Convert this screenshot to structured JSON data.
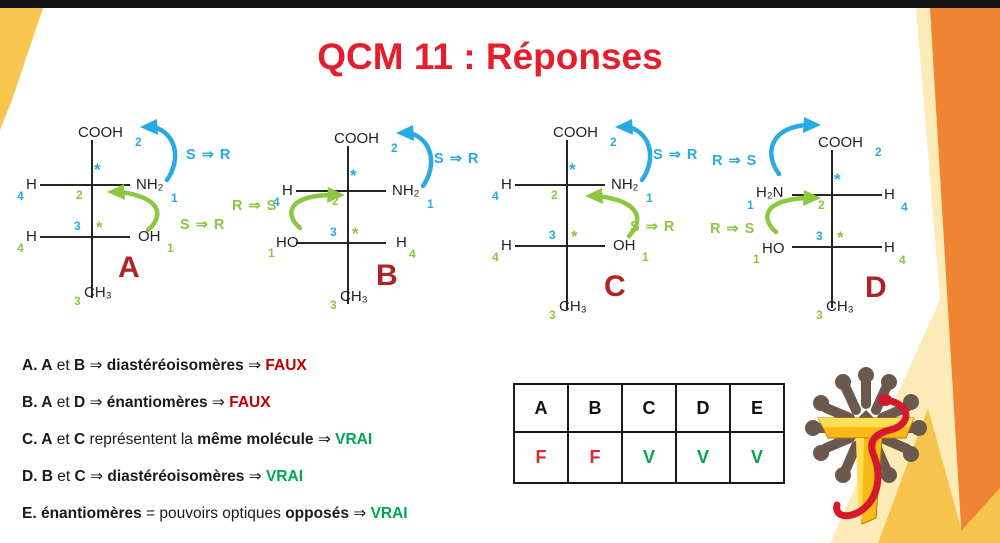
{
  "title": "QCM 11 : Réponses",
  "colors": {
    "arrow_blue": "#29ABE2",
    "arrow_green": "#8DC63F",
    "molecule_label_red": "#B12224",
    "title_red": "#E41E2D",
    "faux_red": "#C00000",
    "vrai_green": "#00A651",
    "side_orange": "#EF8432",
    "side_gold": "#F6C44C",
    "side_pale_yellow": "#FCEBB6",
    "cross_brown": "#6A594C"
  },
  "molecules": {
    "a": {
      "label": "A",
      "top": "COOH",
      "top_n": "2",
      "star2": "*",
      "c2_n": "2",
      "c3_n": "3",
      "star3": "*",
      "left1": "H",
      "left1_n": "4",
      "right1": "NH₂",
      "right1_n": "1",
      "left2": "H",
      "left2_n": "4",
      "right2": "OH",
      "right2_n": "1",
      "bottom": "CH₃",
      "bottom_n": "3",
      "blue_label": "S ⇒ R",
      "green_label": "S ⇒ R"
    },
    "b": {
      "label": "B",
      "top": "COOH",
      "top_n": "2",
      "star2": "*",
      "c2_n": "2",
      "c3_n": "3",
      "star3": "*",
      "left1": "H",
      "left1_n": "4",
      "right1": "NH₂",
      "right1_n": "1",
      "left2": "HO",
      "left2_n": "1",
      "right2": "H",
      "right2_n": "4",
      "bottom": "CH₃",
      "bottom_n": "3",
      "blue_label": "S ⇒ R",
      "green_label": "R ⇒ S"
    },
    "c": {
      "label": "C",
      "top": "COOH",
      "top_n": "2",
      "star2": "*",
      "c2_n": "2",
      "c3_n": "3",
      "star3": "*",
      "left1": "H",
      "left1_n": "4",
      "right1": "NH₂",
      "right1_n": "1",
      "left2": "H",
      "left2_n": "4",
      "right2": "OH",
      "right2_n": "1",
      "bottom": "CH₃",
      "bottom_n": "3",
      "blue_label": "S ⇒ R",
      "green_label": "S ⇒ R"
    },
    "d": {
      "label": "D",
      "top": "COOH",
      "top_n": "2",
      "star2": "*",
      "c2_n": "2",
      "c3_n": "3",
      "star3": "*",
      "left1": "H₂N",
      "left1_n": "1",
      "right1": "H",
      "right1_n": "4",
      "left2": "HO",
      "left2_n": "1",
      "right2": "H",
      "right2_n": "4",
      "bottom": "CH₃",
      "bottom_n": "3",
      "blue_label": "R ⇒ S",
      "green_label": "R ⇒ S"
    }
  },
  "answers": [
    {
      "segments": [
        {
          "t": "A. A",
          "b": true
        },
        {
          "t": " et "
        },
        {
          "t": "B",
          "b": true
        },
        {
          "t": " ⇒ "
        },
        {
          "t": "diastéréoisomères",
          "b": true
        },
        {
          "t": " ⇒ "
        },
        {
          "t": "FAUX",
          "b": true,
          "c": "red"
        }
      ]
    },
    {
      "segments": [
        {
          "t": "B. A",
          "b": true
        },
        {
          "t": " et "
        },
        {
          "t": "D",
          "b": true
        },
        {
          "t": " ⇒ "
        },
        {
          "t": "énantiomères",
          "b": true
        },
        {
          "t": " ⇒ "
        },
        {
          "t": "FAUX",
          "b": true,
          "c": "red"
        }
      ]
    },
    {
      "segments": [
        {
          "t": "C. A",
          "b": true
        },
        {
          "t": " et "
        },
        {
          "t": "C",
          "b": true
        },
        {
          "t": " représentent la "
        },
        {
          "t": "même molécule",
          "b": true
        },
        {
          "t": " ⇒ "
        },
        {
          "t": "VRAI",
          "b": true,
          "c": "green"
        }
      ]
    },
    {
      "segments": [
        {
          "t": "D. B",
          "b": true
        },
        {
          "t": " et "
        },
        {
          "t": "C",
          "b": true
        },
        {
          "t": " ⇒ "
        },
        {
          "t": "diastéréoisomères",
          "b": true
        },
        {
          "t": " ⇒ "
        },
        {
          "t": "VRAI",
          "b": true,
          "c": "green"
        }
      ]
    },
    {
      "segments": [
        {
          "t": "E. énantiomères",
          "b": true
        },
        {
          "t": " = pouvoirs optiques "
        },
        {
          "t": "opposés",
          "b": true
        },
        {
          "t": " ⇒ "
        },
        {
          "t": "VRAI",
          "b": true,
          "c": "green"
        }
      ]
    }
  ],
  "table": {
    "headers": [
      "A",
      "B",
      "C",
      "D",
      "E"
    ],
    "values": [
      {
        "t": "F",
        "c": "red"
      },
      {
        "t": "F",
        "c": "red"
      },
      {
        "t": "V",
        "c": "green"
      },
      {
        "t": "V",
        "c": "green"
      },
      {
        "t": "V",
        "c": "green"
      }
    ]
  },
  "logo": {
    "name": "tutorat-toulouse-occitan-cross-logo"
  }
}
